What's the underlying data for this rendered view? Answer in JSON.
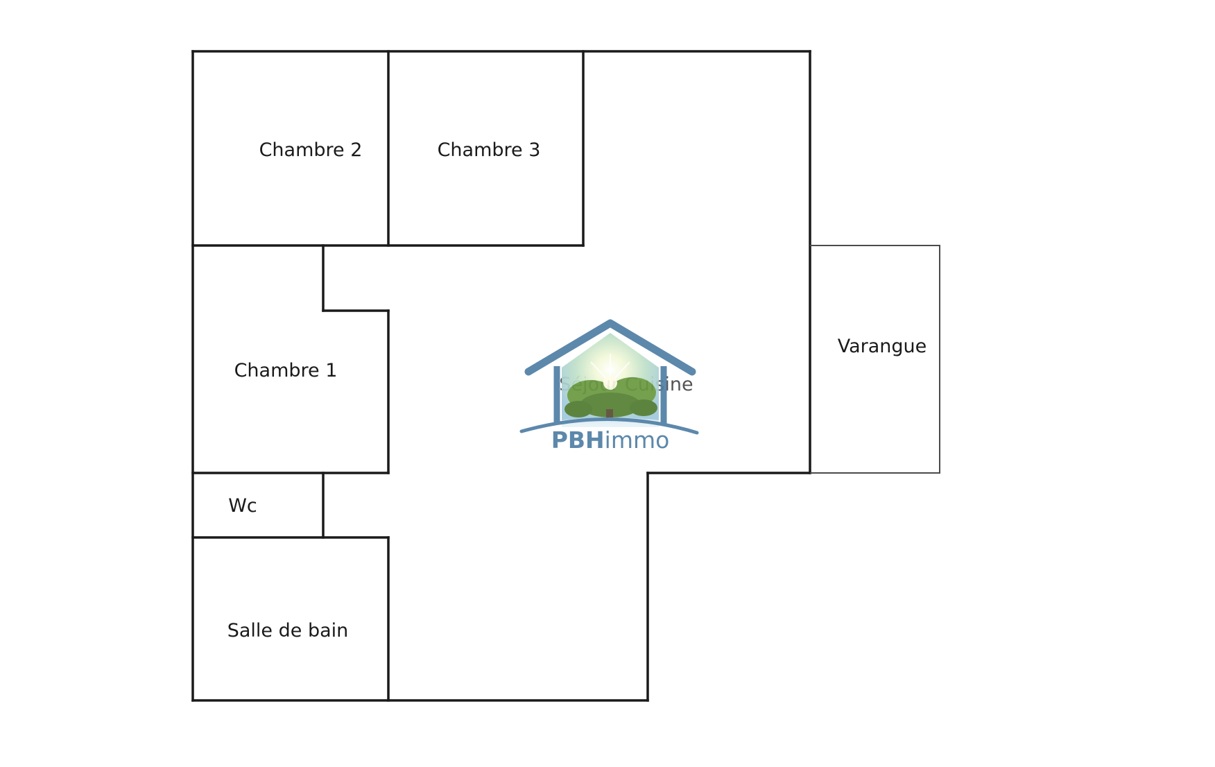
{
  "rooms": {
    "chambre_2": "Chambre 2",
    "chambre_3": "Chambre 3",
    "chambre_1": "Chambre 1",
    "wc": "Wc",
    "salle_de_bain": "Salle de bain",
    "sejour_cuisine": "Séjour Cuisine",
    "varangue": "Varangue"
  },
  "logo": {
    "brand_bold": "PBH",
    "brand_light": "immo",
    "icon": "house-tree-icon",
    "color": "#4f7ea4"
  },
  "colors": {
    "walls": "#1a1a1a",
    "background": "#ffffff"
  }
}
